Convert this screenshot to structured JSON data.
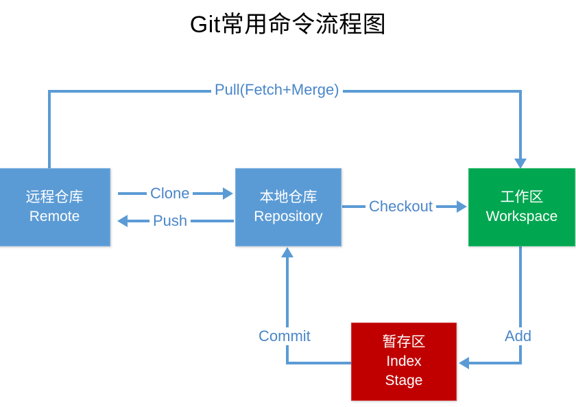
{
  "diagram": {
    "title": "Git常用命令流程图",
    "colors": {
      "blue": "#5B9BD5",
      "green": "#00A650",
      "red": "#C00000",
      "label_blue": "#4A86C8",
      "text_white": "#FFFFFF",
      "background": "#FFFFFF",
      "title_text": "#000000"
    },
    "nodes": [
      {
        "id": "remote",
        "lines": [
          "远程仓库",
          "Remote"
        ],
        "color": "#5B9BD5"
      },
      {
        "id": "repository",
        "lines": [
          "本地仓库",
          "Repository"
        ],
        "color": "#5B9BD5"
      },
      {
        "id": "workspace",
        "lines": [
          "工作区",
          "Workspace"
        ],
        "color": "#00A650"
      },
      {
        "id": "index",
        "lines": [
          "暂存区",
          "Index",
          "Stage"
        ],
        "color": "#C00000"
      }
    ],
    "edges": [
      {
        "id": "pull",
        "label": "Pull(Fetch+Merge)",
        "from": "remote",
        "to": "workspace",
        "direction": "right-down"
      },
      {
        "id": "clone",
        "label": "Clone",
        "from": "remote",
        "to": "repository",
        "direction": "right"
      },
      {
        "id": "push",
        "label": "Push",
        "from": "repository",
        "to": "remote",
        "direction": "left"
      },
      {
        "id": "checkout",
        "label": "Checkout",
        "from": "repository",
        "to": "workspace",
        "direction": "right"
      },
      {
        "id": "add",
        "label": "Add",
        "from": "workspace",
        "to": "index",
        "direction": "down-left"
      },
      {
        "id": "commit",
        "label": "Commit",
        "from": "index",
        "to": "repository",
        "direction": "left-up"
      }
    ]
  }
}
